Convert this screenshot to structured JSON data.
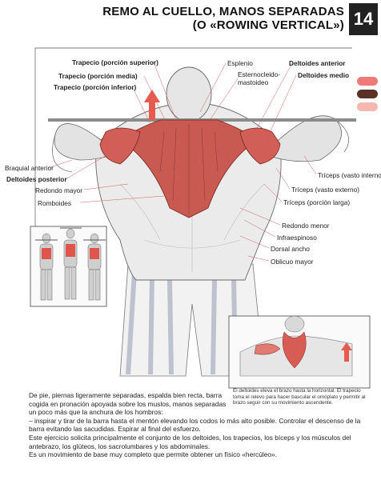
{
  "header": {
    "title_line1": "REMO AL CUELLO, MANOS SEPARADAS",
    "title_line2": "(O «ROWING VERTICAL»)",
    "page_number": "14"
  },
  "legend": {
    "swatches": [
      "#f07a78",
      "#5a3226",
      "#f6b7b2"
    ]
  },
  "labels": {
    "trapecio_superior": "Trapecio (porción superior)",
    "trapecio_media": "Trapecio (porción media)",
    "trapecio_inferior": "Trapecio (porción inferior)",
    "esplenio": "Esplenio",
    "esternocleido": "Esternocleido-\nmastoideo",
    "deltoides_anterior": "Deltoides anterior",
    "deltoides_medio": "Deltoides medio",
    "braquial_anterior": "Braquial anterior",
    "deltoides_posterior": "Deltoides posterior",
    "redondo_mayor": "Redondo mayor",
    "romboides": "Romboides",
    "triceps_interno": "Tríceps (vasto interno)",
    "triceps_externo": "Tríceps (vasto externo)",
    "triceps_larga": "Tríceps (porción larga)",
    "redondo_menor": "Redondo menor",
    "infraespinoso": "Infraespinoso",
    "dorsal_ancho": "Dorsal ancho",
    "oblicuo_mayor": "Oblicuo mayor"
  },
  "inset_caption": "El deltoides eleva el brazo hasta la horizontal. El trapecio toma el relevo para hacer bascular el omóplato y permitir al brazo seguir con su movimiento ascendente.",
  "body": {
    "p1": "De pie, piernas ligeramente separadas, espalda bien recta, barra cogida en pronación apoyada sobre los muslos, manos separadas un poco más que la anchura de los hombros:",
    "p2": "– inspirar y tirar de la barra hasta el mentón elevando los codos lo más alto posible. Controlar el descenso de la barra evitando las sacudidas. Espirar al final del esfuerzo.",
    "p3": "Este ejercicio solicita principalmente el conjunto de los deltoides, los trapecios, los bíceps y los músculos del antebrazo, los glúteos, los sacrolumbares y los abdominales.",
    "p4": "Es un movimiento de base muy completo que permite obtener un físico «hercúleo»."
  }
}
